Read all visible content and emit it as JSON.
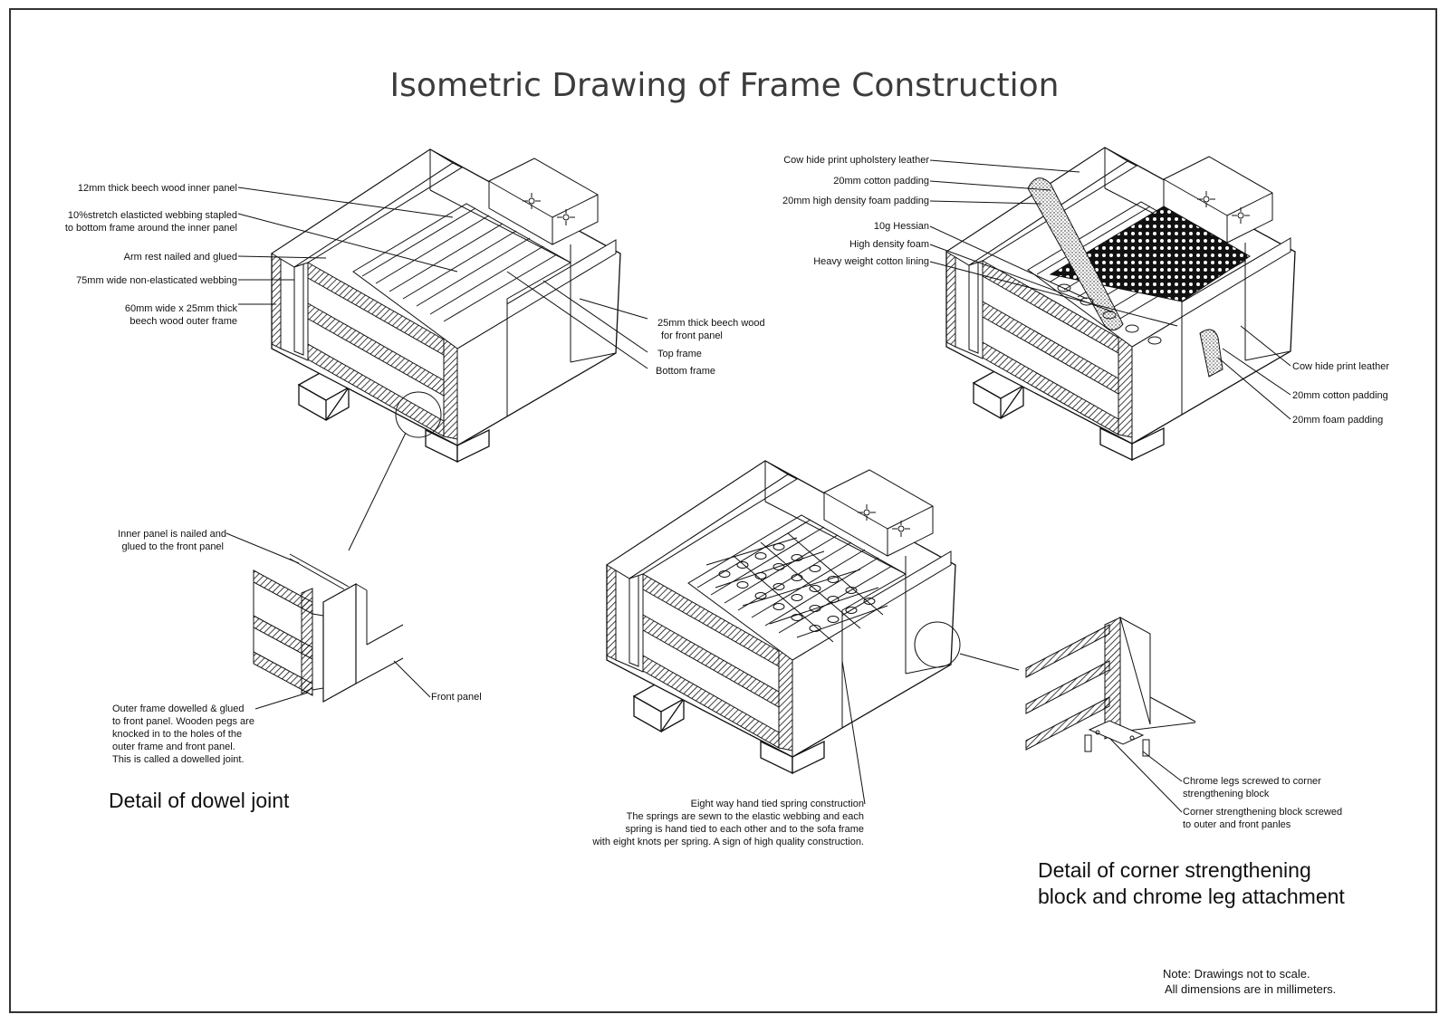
{
  "title": "Isometric Drawing of Frame Construction",
  "frame_labels": {
    "inner_panel": "12mm thick beech wood  inner panel",
    "webbing_1": "10%stretch elasticted webbing stapled",
    "webbing_2": "to bottom frame around the inner panel",
    "arm_rest": "Arm rest nailed and glued",
    "non_elastic": "75mm wide non-elasticated webbing",
    "outer_frame_1": "60mm wide  x 25mm thick",
    "outer_frame_2": "beech wood  outer frame",
    "front_panel_1": "25mm thick beech wood",
    "front_panel_2": "for front panel",
    "top_frame": "Top frame",
    "bottom_frame": "Bottom frame"
  },
  "upholstery_labels": {
    "leather": "Cow hide print upholstery leather",
    "cotton": "20mm cotton padding",
    "foam": "20mm high density foam padding",
    "hessian": "10g Hessian",
    "hd_foam": "High density foam",
    "lining": "Heavy weight cotton lining",
    "r_leather": "Cow hide print leather",
    "r_cotton": "20mm cotton padding",
    "r_foam": "20mm foam padding"
  },
  "dowel": {
    "inner_1": "Inner panel is nailed and",
    "inner_2": "glued to the front panel",
    "front": "Front panel",
    "outer_1": "Outer frame dowelled & glued",
    "outer_2": "to front panel. Wooden pegs are",
    "outer_3": "knocked in to the holes of the",
    "outer_4": "outer frame and front panel.",
    "outer_5": "This is called a dowelled  joint.",
    "caption": "Detail of dowel joint"
  },
  "springs": {
    "l1": "Eight way hand tied spring construction",
    "l2": "The springs are sewn to the elastic webbing and each",
    "l3": "spring is hand tied to each other and to the sofa frame",
    "l4": "with eight knots per spring. A sign of high quality construction."
  },
  "corner": {
    "legs_1": "Chrome legs screwed to corner",
    "legs_2": "strengthening block",
    "block_1": "Corner strengthening block screwed",
    "block_2": "to outer and front panles",
    "caption_1": "Detail of corner strengthening",
    "caption_2": "block and chrome leg attachment"
  },
  "note": {
    "l1": "Note:  Drawings not to scale.",
    "l2": "All dimensions are in millimeters."
  }
}
